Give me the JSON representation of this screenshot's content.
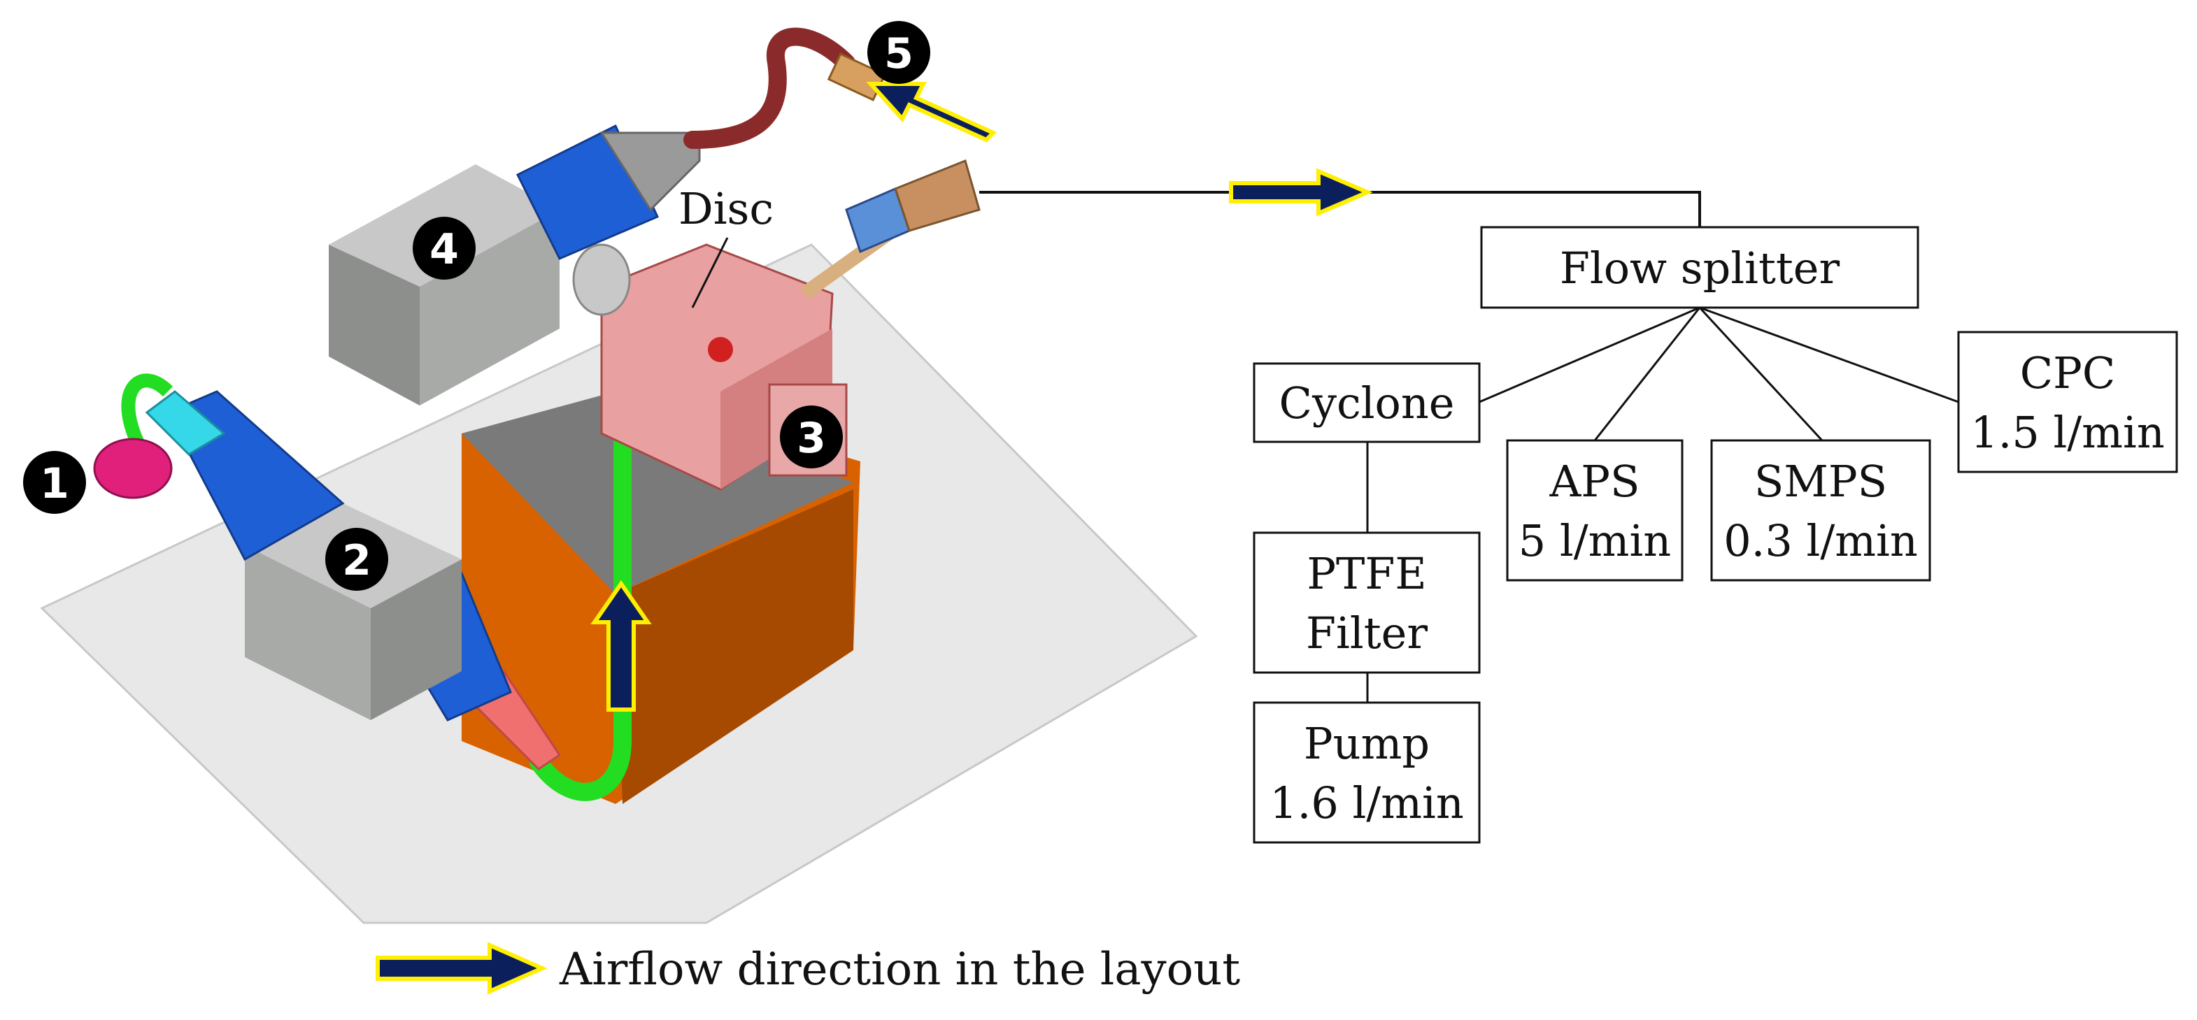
{
  "markers": [
    "1",
    "2",
    "3",
    "4",
    "5"
  ],
  "disc_label": "Disc",
  "flow_boxes": {
    "flow_splitter": [
      "Flow splitter"
    ],
    "cyclone": [
      "Cyclone"
    ],
    "aps": [
      "APS",
      "5 l/min"
    ],
    "smps": [
      "SMPS",
      "0.3 l/min"
    ],
    "cpc": [
      "CPC",
      "1.5 l/min"
    ],
    "ptfe_filter": [
      "PTFE",
      "Filter"
    ],
    "pump": [
      "Pump",
      "1.6 l/min"
    ]
  },
  "legend": {
    "label": "Airflow direction in the layout"
  },
  "colors": {
    "arrow_fill": "#0b1f5c",
    "arrow_outline": "#ffef00",
    "floor": "#e8e8e8",
    "orange_block": "#d96200",
    "blue_cone": "#1f5fd6",
    "grey_box": "#a8aaa8",
    "green_hose": "#22dd22",
    "pink_chamber": "#e8a0a0",
    "duct_red": "#8b2a2a",
    "fan_magenta": "#e0207a"
  }
}
